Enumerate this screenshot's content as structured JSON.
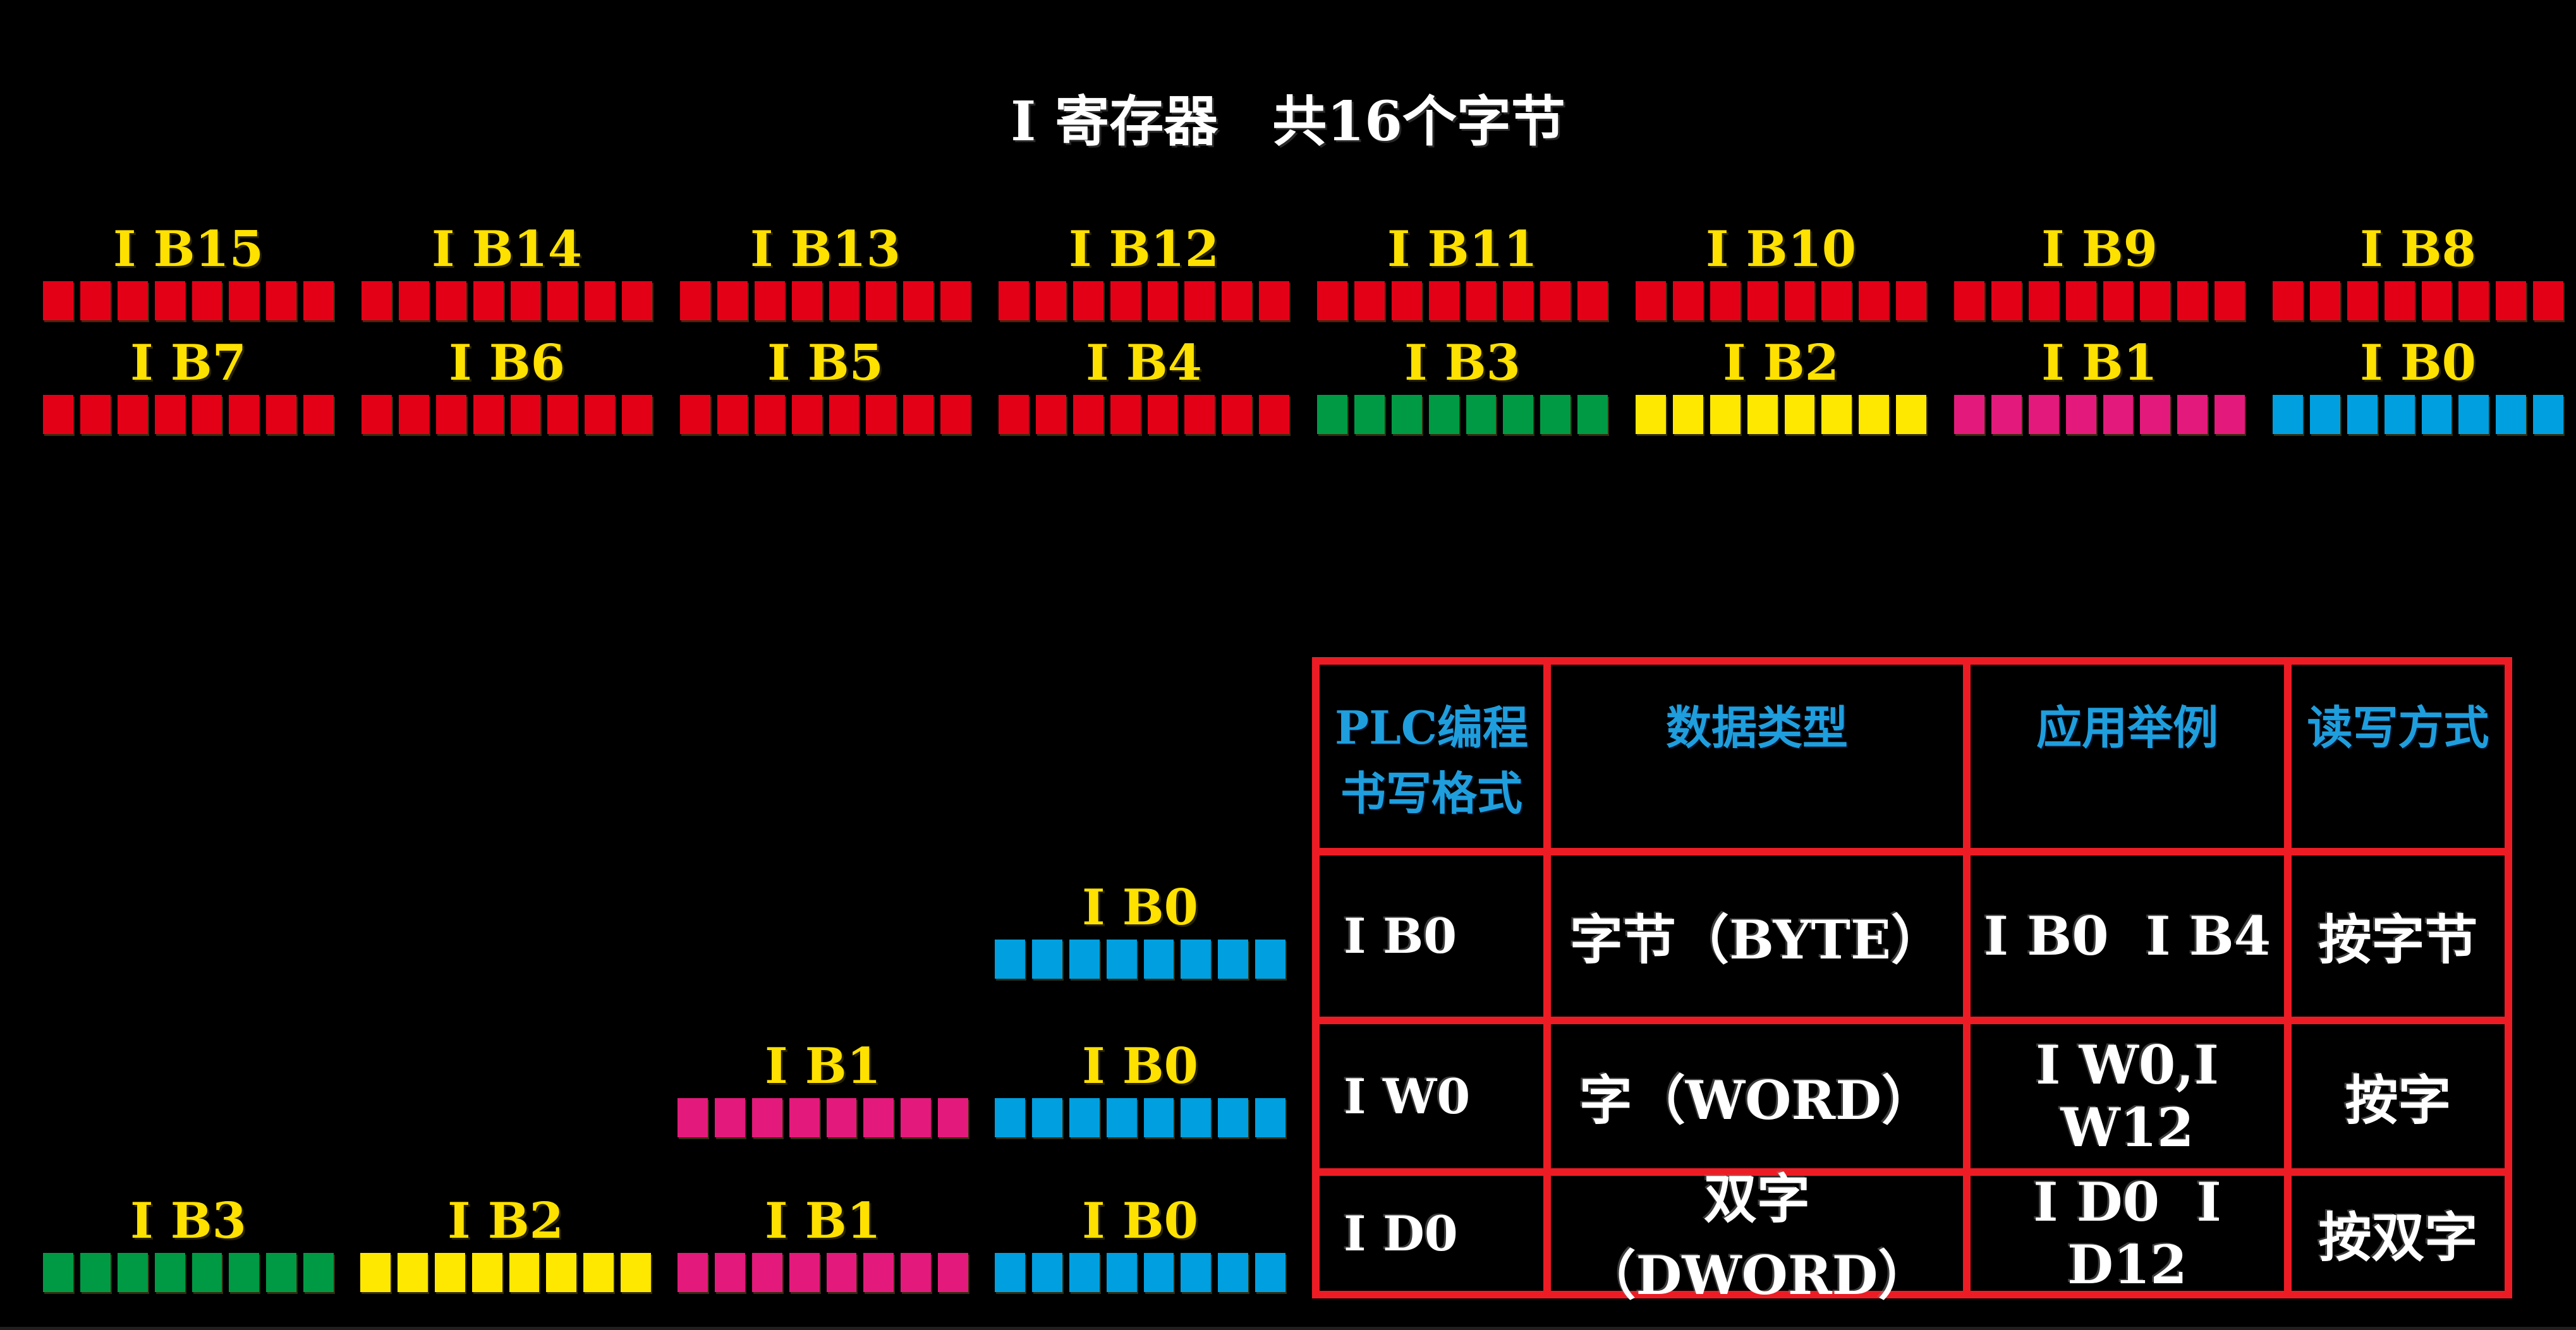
{
  "title": "I 寄存器　共16个字节",
  "bits_per_byte": 8,
  "colors": {
    "background": "#000000",
    "square_red": "#E30017",
    "square_green": "#009A44",
    "square_yellow": "#FFE800",
    "square_magenta": "#E31A7B",
    "square_blue": "#009FE0",
    "label_yellow": "#FFE100",
    "table_border_red": "#ED1C24",
    "header_text_blue": "#1F9EDD",
    "body_text_white": "#FFFFFF"
  },
  "register_rows": [
    {
      "name": "high-bytes",
      "groups": [
        {
          "label": "I B15",
          "color": "square_red"
        },
        {
          "label": "I B14",
          "color": "square_red"
        },
        {
          "label": "I B13",
          "color": "square_red"
        },
        {
          "label": "I B12",
          "color": "square_red"
        },
        {
          "label": "I B11",
          "color": "square_red"
        },
        {
          "label": "I B10",
          "color": "square_red"
        },
        {
          "label": "I B9",
          "color": "square_red"
        },
        {
          "label": "I B8",
          "color": "square_red"
        }
      ]
    },
    {
      "name": "low-bytes",
      "groups": [
        {
          "label": "I B7",
          "color": "square_red"
        },
        {
          "label": "I B6",
          "color": "square_red"
        },
        {
          "label": "I B5",
          "color": "square_red"
        },
        {
          "label": "I B4",
          "color": "square_red"
        },
        {
          "label": "I B3",
          "color": "square_green"
        },
        {
          "label": "I B2",
          "color": "square_yellow"
        },
        {
          "label": "I B1",
          "color": "square_magenta"
        },
        {
          "label": "I B0",
          "color": "square_blue"
        }
      ]
    }
  ],
  "access_examples": [
    {
      "name": "byte-access",
      "groups": [
        {
          "label": "I B0",
          "color": "square_blue",
          "col": 3
        }
      ]
    },
    {
      "name": "word-access",
      "groups": [
        {
          "label": "I B1",
          "color": "square_magenta",
          "col": 2
        },
        {
          "label": "I B0",
          "color": "square_blue",
          "col": 3
        }
      ]
    },
    {
      "name": "dword-access",
      "groups": [
        {
          "label": "I B3",
          "color": "square_green",
          "col": 0
        },
        {
          "label": "I B2",
          "color": "square_yellow",
          "col": 1
        },
        {
          "label": "I B1",
          "color": "square_magenta",
          "col": 2
        },
        {
          "label": "I B0",
          "color": "square_blue",
          "col": 3
        }
      ]
    }
  ],
  "table": {
    "headers": [
      "PLC编程\n书写格式",
      "数据类型",
      "应用举例",
      "读写方式"
    ],
    "rows": [
      [
        "I B0",
        "字节（BYTE）",
        "I B0  I B4",
        "按字节"
      ],
      [
        "I W0",
        "字（WORD）",
        "I W0,I W12",
        "按字"
      ],
      [
        "I D0",
        "双字（DWORD）",
        "I D0  I D12",
        "按双字"
      ]
    ]
  }
}
